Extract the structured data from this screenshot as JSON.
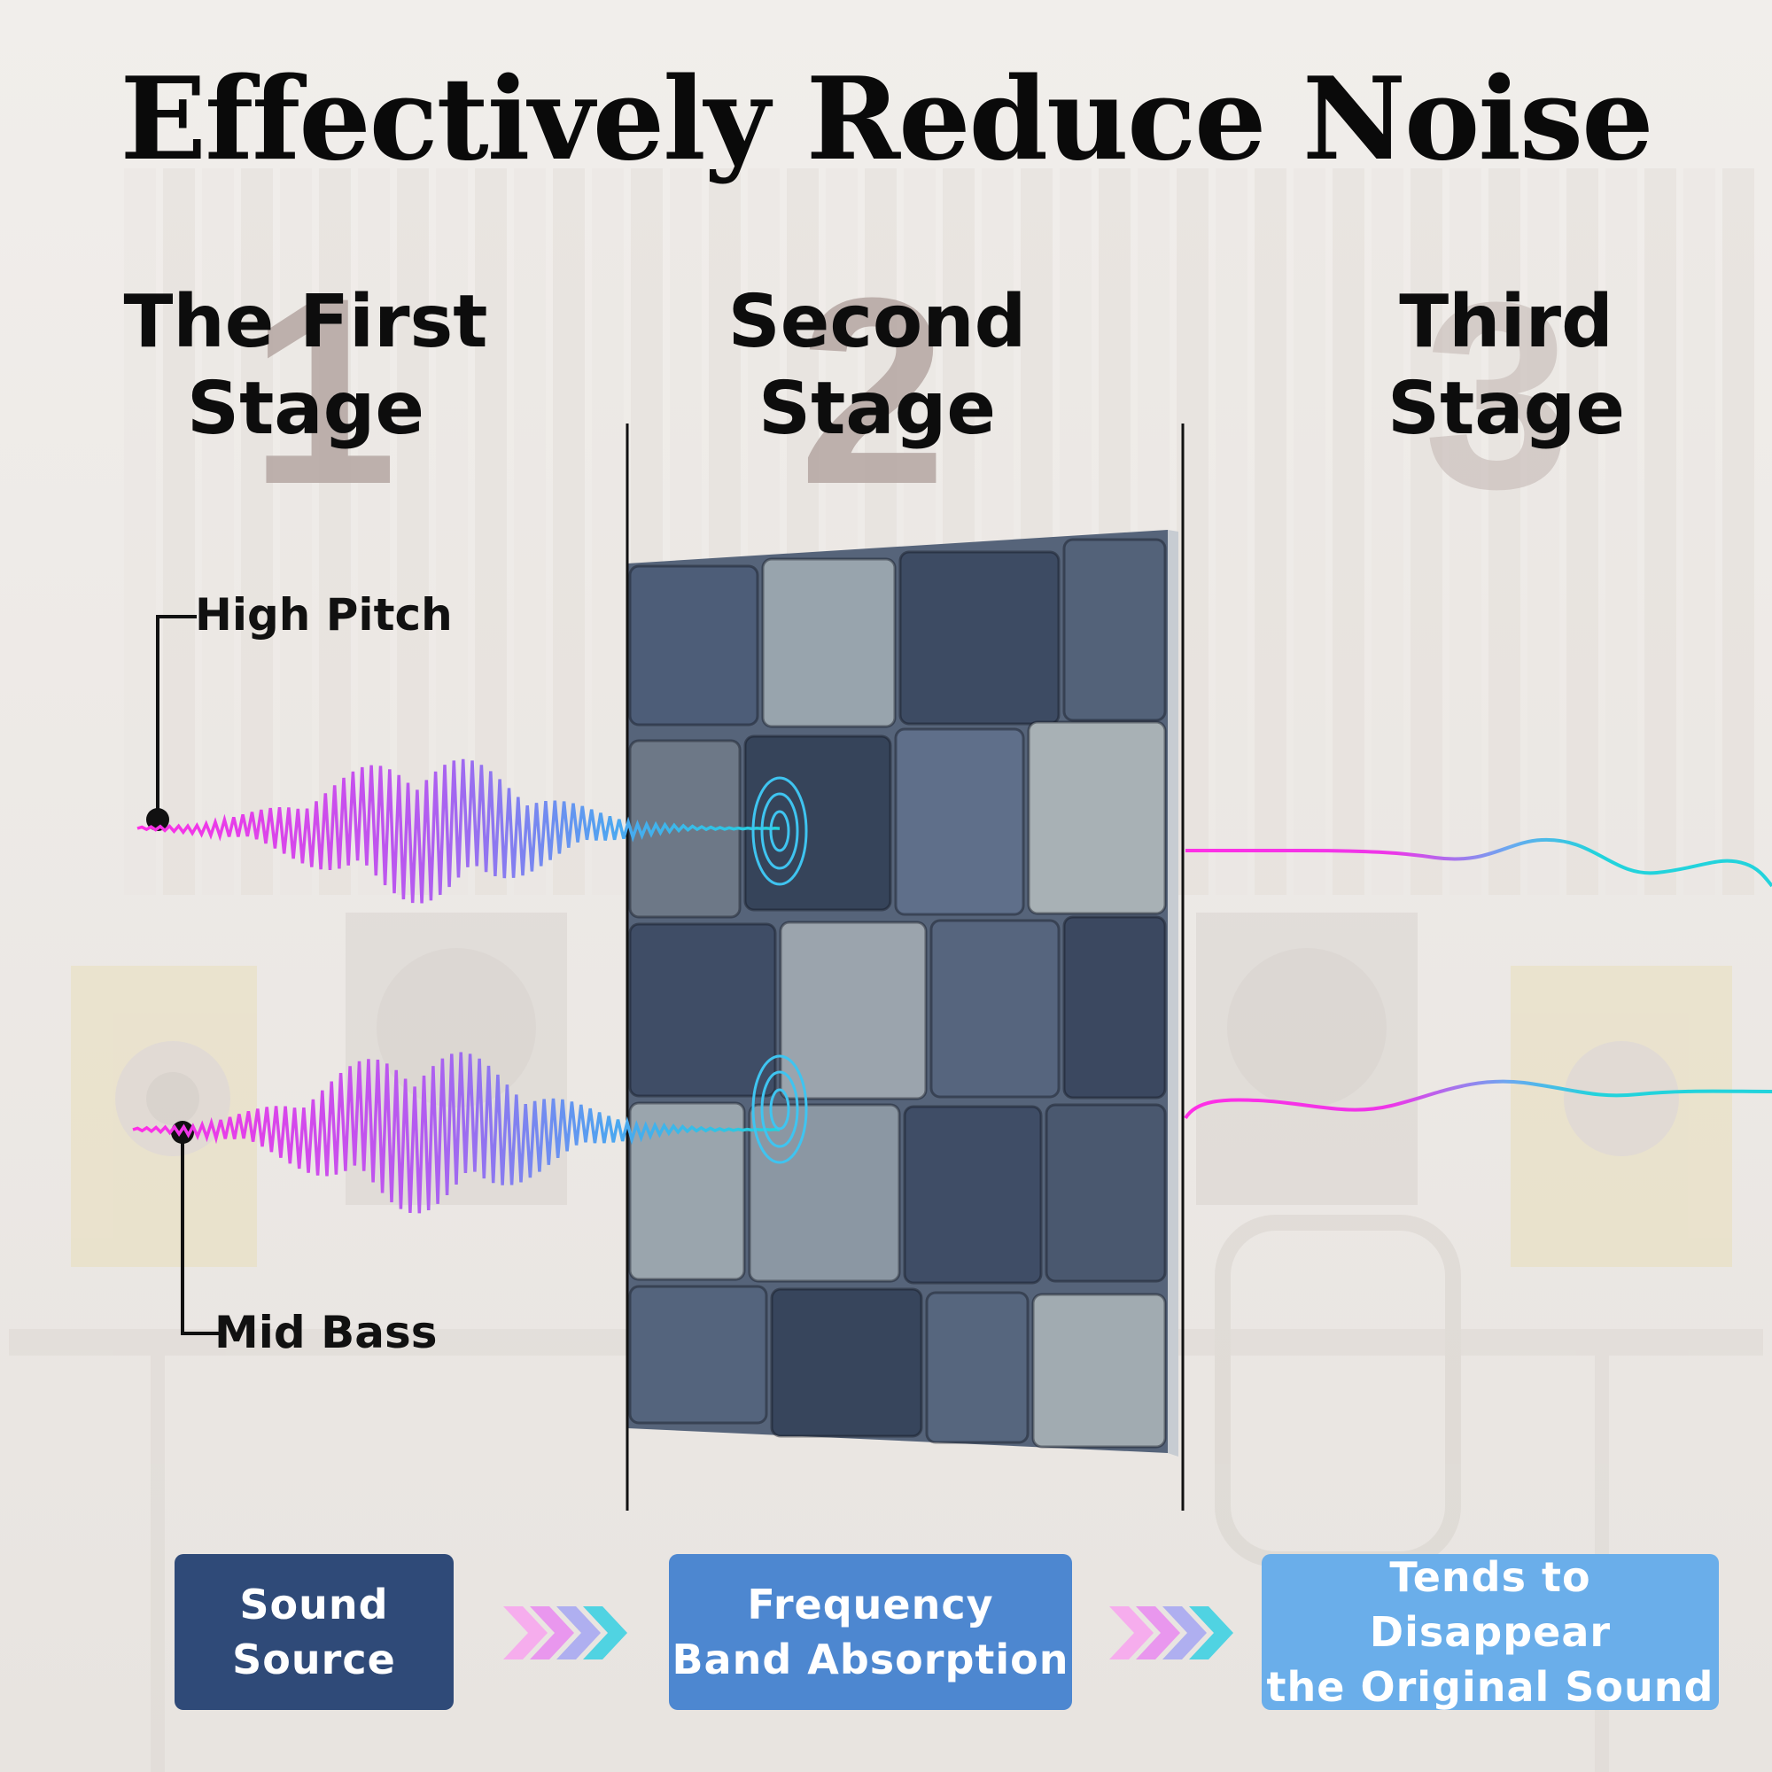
{
  "title": "Effectively Reduce Noise",
  "stages": [
    {
      "number": "1",
      "line1": "The First",
      "line2": "Stage"
    },
    {
      "number": "2",
      "line1": "Second",
      "line2": "Stage"
    },
    {
      "number": "3",
      "line1": "Third",
      "line2": "Stage"
    }
  ],
  "wave_labels": {
    "high": "High Pitch",
    "mid": "Mid Bass"
  },
  "steps": [
    {
      "line1": "Sound",
      "line2": "Source",
      "color": "#2f4a78"
    },
    {
      "line1": "Frequency",
      "line2": "Band Absorption",
      "color": "#4d87d0"
    },
    {
      "line1": "Tends to Disappear",
      "line2": "the Original Sound",
      "color": "#6aaeea"
    }
  ],
  "colors": {
    "wave_start": "#ff2fe6",
    "wave_end": "#22d3dc",
    "panel_dark": "#44536b",
    "panel_light": "#9aa5ad"
  },
  "icons": [
    "double-chevron-arrow-icon",
    "sound-ripple-icon"
  ]
}
